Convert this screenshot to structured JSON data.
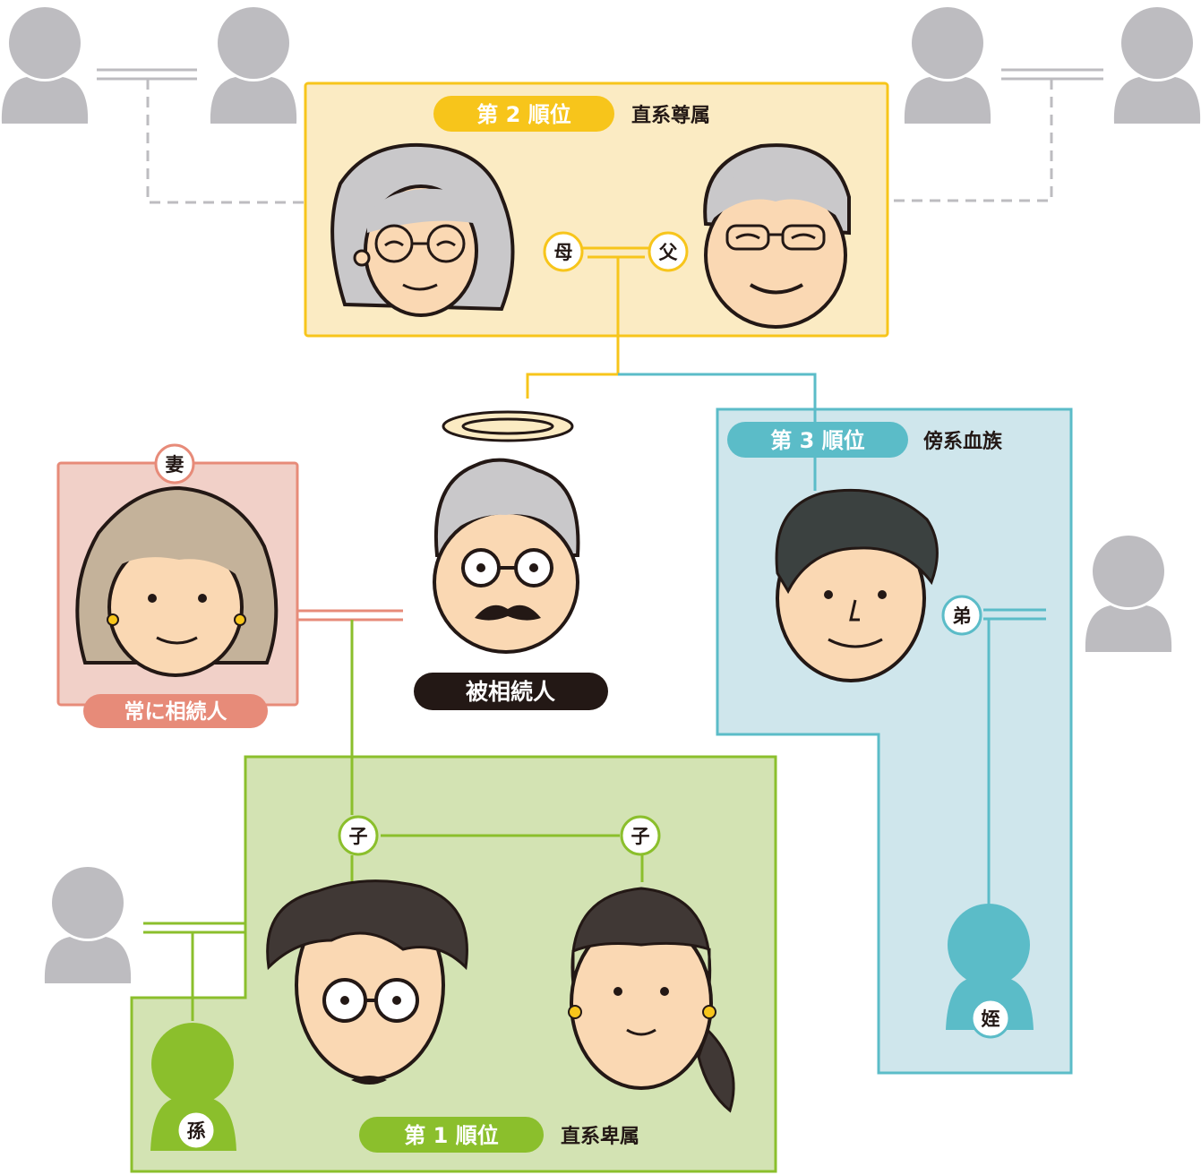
{
  "colors": {
    "yellow": "#f7c51b",
    "yellow_bg": "#fbebc3",
    "teal": "#5bbcc8",
    "teal_bg": "#cfe6ec",
    "green": "#8bbf2c",
    "green_bg": "#d3e3b3",
    "salmon": "#e78b79",
    "salmon_bg": "#f1d0c8",
    "gray": "#bdbcc0",
    "dark": "#231815",
    "skin": "#fad8b3"
  },
  "groups": {
    "second": {
      "badge": "第 2 順位",
      "label": "直系尊属"
    },
    "third": {
      "badge": "第 3 順位",
      "label": "傍系血族"
    },
    "first": {
      "badge": "第 1 順位",
      "label": "直系卑属"
    },
    "spouse": {
      "badge": "常に相続人",
      "tag": "妻"
    }
  },
  "deceased": {
    "label": "被相続人"
  },
  "relations": {
    "mother": "母",
    "father": "父",
    "brother": "弟",
    "nephew": "姪",
    "child1": "子",
    "child2": "子",
    "grandchild": "孫"
  }
}
